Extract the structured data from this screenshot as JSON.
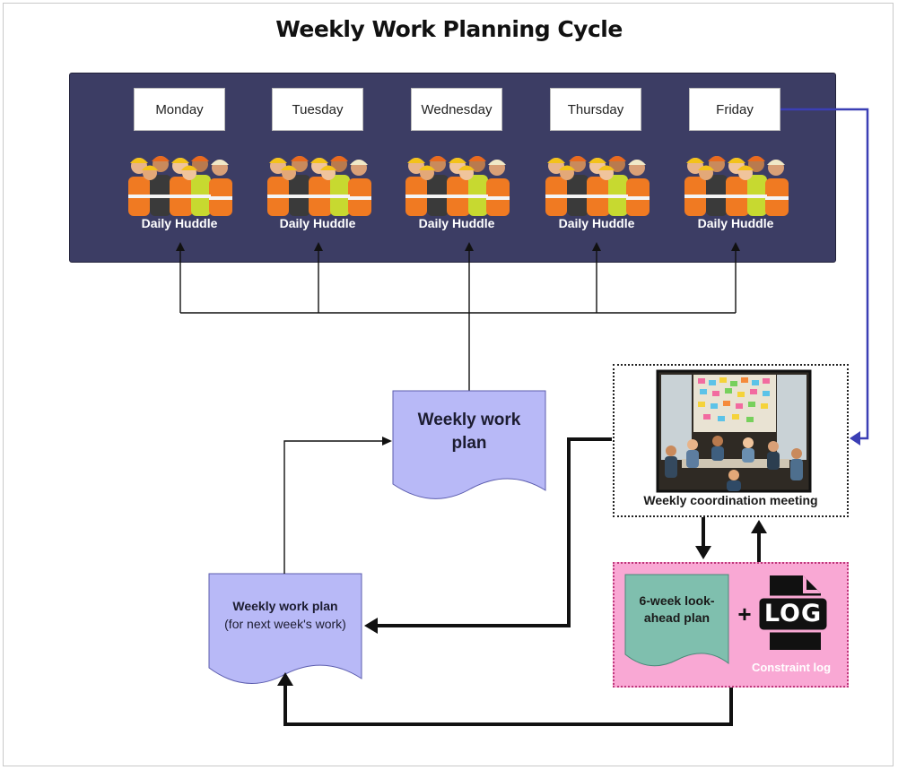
{
  "title": "Weekly Work Planning Cycle",
  "days": [
    {
      "name": "Monday",
      "huddle": "Daily Huddle"
    },
    {
      "name": "Tuesday",
      "huddle": "Daily Huddle"
    },
    {
      "name": "Wednesday",
      "huddle": "Daily Huddle"
    },
    {
      "name": "Thursday",
      "huddle": "Daily Huddle"
    },
    {
      "name": "Friday",
      "huddle": "Daily Huddle"
    }
  ],
  "weekly_plan": {
    "line1": "Weekly work",
    "line2": "plan"
  },
  "next_week_plan": {
    "title": "Weekly work plan",
    "subtitle": "(for next week's work)"
  },
  "meeting": {
    "label": "Weekly coordination meeting"
  },
  "lookahead": {
    "line1": "6-week look-",
    "line2": "ahead plan"
  },
  "plus_symbol": "+",
  "log_icon_text": "LOG",
  "constraint": {
    "label": "Constraint log"
  },
  "colors": {
    "panel": "#3c3d64",
    "document_fill": "#b8b9f7",
    "lookahead_fill": "#7fbfae",
    "constraint_fill": "#f9a8d4",
    "friday_arrow": "#3b3fb5",
    "connector": "#111111"
  },
  "icons": [
    "workers-group-icon",
    "log-file-icon",
    "meeting-photo"
  ]
}
